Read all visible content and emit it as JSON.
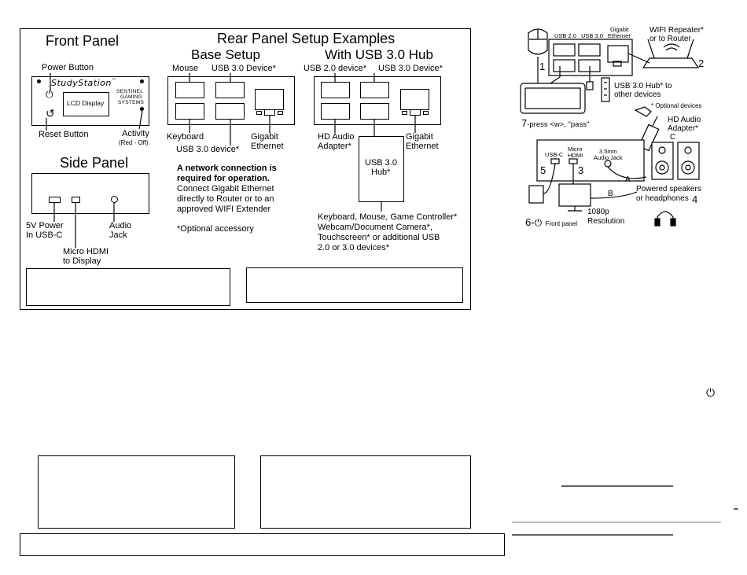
{
  "left": {
    "front_panel": {
      "title": "Front Panel",
      "power_button": "Power Button",
      "reset_button": "Reset Button",
      "brand": "StudyStation",
      "brand_tm": "™",
      "lcd": "LCD Display",
      "logo_lines": [
        "SENTINEL",
        "GAMING",
        "SYSTEMS"
      ],
      "activity": "Activity",
      "activity_note": "(Red - Off)"
    },
    "rear_panel": {
      "title": "Rear Panel Setup Examples",
      "base": {
        "title": "Base Setup",
        "mouse": "Mouse",
        "usb30_device": "USB 3.0 Device*",
        "keyboard": "Keyboard",
        "usb30_device_b": "USB 3.0 device*",
        "gigabit": [
          "Gigabit",
          "Ethernet"
        ],
        "network_bold": [
          "A network connection is",
          "required for operation."
        ],
        "network_lines": [
          "Connect Gigabit Ethernet",
          "directly to Router or to an",
          "approved WIFI Extender"
        ],
        "optional": "*Optional accessory"
      },
      "hub": {
        "title": "With USB 3.0 Hub",
        "usb20_device": "USB 2.0 device*",
        "usb30_device": "USB 3.0 Device*",
        "hd_audio": [
          "HD Audio",
          "Adapter*"
        ],
        "gigabit": [
          "Gigabit",
          "Ethernet"
        ],
        "hub_label": [
          "USB 3.0",
          "Hub*"
        ],
        "devices": [
          "Keyboard, Mouse, Game Controller*",
          "Webcam/Document Camera*,",
          "Touchscreen* or additional USB",
          "2.0 or 3.0 devices*"
        ]
      }
    },
    "side_panel": {
      "title": "Side Panel",
      "power": [
        "5V Power",
        "In USB-C"
      ],
      "hdmi": [
        "Micro HDMI",
        "to Display"
      ],
      "audio": [
        "Audio",
        "Jack"
      ]
    }
  },
  "right": {
    "ports": {
      "usb20": "USB 2.0",
      "usb30": "USB 3.0",
      "gigabit": [
        "Gigabit",
        "Ethernet"
      ],
      "wifi": [
        "WIFI Repeater*",
        "or to Router"
      ],
      "num1": "1",
      "num2": "2",
      "hub_note": [
        "USB 3.0 Hub* to",
        "other devices"
      ],
      "optional_devices": "* Optional devices",
      "hd_audio": [
        "HD Audio",
        "Adapter*"
      ],
      "letter_c": "C",
      "num7": "7",
      "press_text": "-press <w>, \"pass\""
    },
    "side": {
      "usbc": "USB-C",
      "micro_hdmi": [
        "Micro",
        "HDMI"
      ],
      "audio_jack": [
        "3.5mm",
        "Audio Jack"
      ],
      "num5": "5",
      "num3": "3",
      "letter_a": "A",
      "letter_b": "B",
      "speakers": [
        "Powered speakers",
        "or headphones"
      ],
      "num4": "4",
      "num6": "6-",
      "front_panel": "Front panel",
      "resolution": [
        "1080p",
        "Resolution"
      ]
    }
  }
}
